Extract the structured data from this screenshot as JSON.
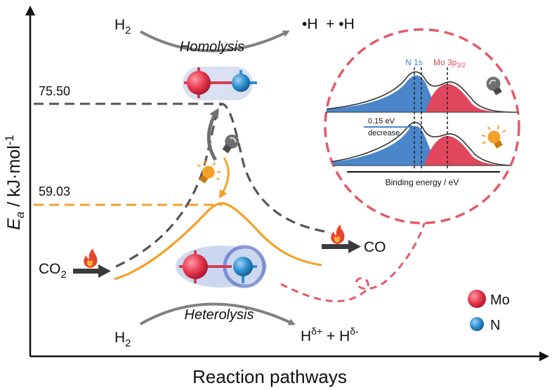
{
  "axes": {
    "ylabel_main": "E",
    "ylabel_sub": "a",
    "ylabel_rest": " / kJ·mol",
    "ylabel_exp": "-1",
    "xlabel": "Reaction pathways"
  },
  "levels": {
    "dark_value": "75.50",
    "light_value": "59.03"
  },
  "homolysis": {
    "reactant_main": "H",
    "reactant_sub": "2",
    "label": "Homolysis",
    "products": "•H  + •H"
  },
  "heterolysis": {
    "reactant_main": "H",
    "reactant_sub": "2",
    "label": "Heterolysis",
    "product1_main": "H",
    "product1_sup": "δ+",
    "plus": " + ",
    "product2_main": "H",
    "product2_sup": "δ-"
  },
  "reaction": {
    "reactant_main": "CO",
    "reactant_sub": "2",
    "product": "CO"
  },
  "xps": {
    "peak1": "N 1s",
    "peak2_main": "Mo 3p",
    "peak2_sub": "3/2",
    "shift_value": "0.15 eV",
    "shift_word": "decrease",
    "xlabel": "Binding energy / eV"
  },
  "legend": {
    "mo": "Mo",
    "n": "N"
  },
  "colors": {
    "dark_path": "#555555",
    "light_path": "#f5a02a",
    "mo_atom": "#e8394e",
    "n_atom": "#2f8fcf",
    "xps_blue": "#4a86c9",
    "xps_red": "#e0475d",
    "circle_dash": "#e35a6a",
    "flame": "#e8452c"
  },
  "icons": [
    "flame-icon",
    "lightbulb-dark-icon",
    "lightbulb-light-icon",
    "molecule-mo-n"
  ]
}
